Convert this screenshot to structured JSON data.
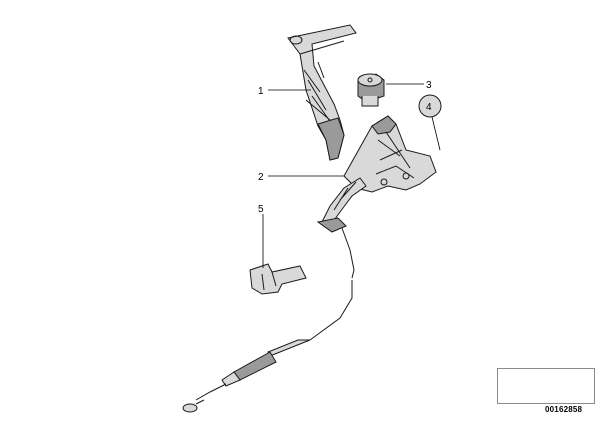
{
  "callouts": {
    "part1": "1",
    "part2": "2",
    "part3": "3",
    "part4": "4",
    "part5": "5"
  },
  "legend": {
    "item_number": "4"
  },
  "diagram_id": "00162858",
  "colors": {
    "line": "#1a1a1a",
    "fill_light": "#d9d9d9",
    "fill_mid": "#9a9a9a",
    "legend_border": "#8a8a8a"
  }
}
